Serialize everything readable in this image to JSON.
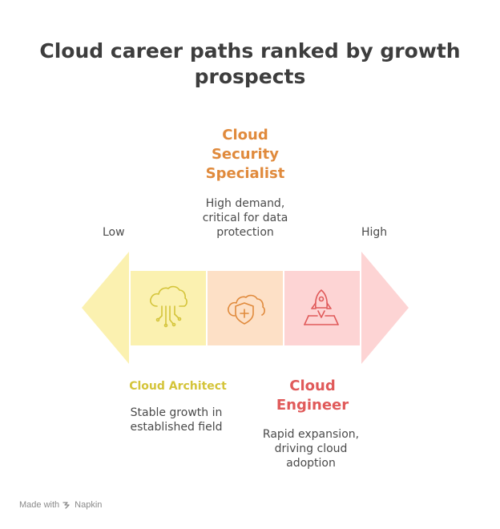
{
  "title": {
    "line1": "Cloud career paths ranked by growth",
    "line2": "prospects"
  },
  "scale": {
    "low": "Low",
    "high": "High"
  },
  "items": [
    {
      "heading_lines": [
        "Cloud Architect"
      ],
      "description_lines": [
        "Stable growth in",
        "established field"
      ],
      "icon": "cloud-circuit-icon",
      "color": "#d4c43a",
      "fill": "#fbf1b0"
    },
    {
      "heading_lines": [
        "Cloud",
        "Security",
        "Specialist"
      ],
      "description_lines": [
        "High demand,",
        "critical for data",
        "protection"
      ],
      "icon": "cloud-shield-icon",
      "color": "#e08a3c",
      "fill": "#fde0c6"
    },
    {
      "heading_lines": [
        "Cloud",
        "Engineer"
      ],
      "description_lines": [
        "Rapid expansion,",
        "driving cloud",
        "adoption"
      ],
      "icon": "rocket-launch-icon",
      "color": "#e05a5a",
      "fill": "#fdd4d4"
    }
  ],
  "footer": {
    "made_with": "Made with",
    "brand": "Napkin"
  }
}
